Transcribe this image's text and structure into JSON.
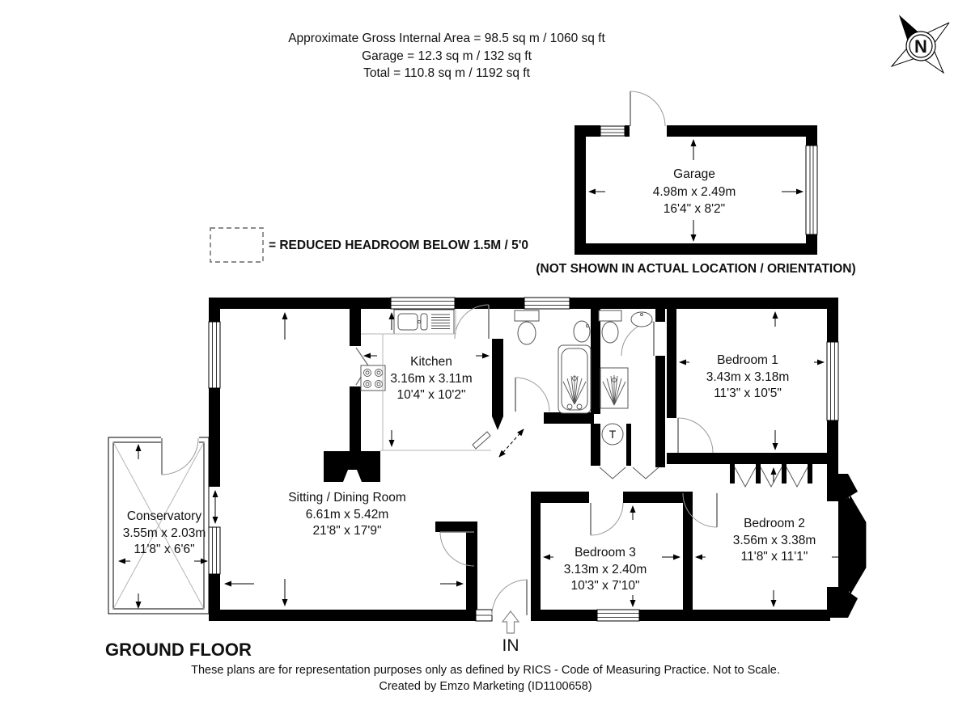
{
  "header": {
    "line1": "Approximate Gross Internal Area = 98.5 sq m / 1060 sq ft",
    "line2": "Garage = 12.3 sq m / 132 sq ft",
    "line3": "Total = 110.8 sq m / 1192 sq ft"
  },
  "compass": {
    "label": "N"
  },
  "legend": {
    "text": "= REDUCED HEADROOM BELOW 1.5M / 5'0"
  },
  "garage": {
    "name": "Garage",
    "metric": "4.98m x 2.49m",
    "imperial": "16'4\" x 8'2\"",
    "note": "(NOT SHOWN IN ACTUAL LOCATION / ORIENTATION)"
  },
  "rooms": {
    "kitchen": {
      "name": "Kitchen",
      "metric": "3.16m x 3.11m",
      "imperial": "10'4\" x 10'2\""
    },
    "bedroom1": {
      "name": "Bedroom 1",
      "metric": "3.43m x 3.18m",
      "imperial": "11'3\" x 10'5\""
    },
    "sitting": {
      "name": "Sitting / Dining Room",
      "metric": "6.61m x 5.42m",
      "imperial": "21'8\" x 17'9\""
    },
    "conservatory": {
      "name": "Conservatory",
      "metric": "3.55m x 2.03m",
      "imperial": "11'8\" x 6'6\""
    },
    "bedroom3": {
      "name": "Bedroom 3",
      "metric": "3.13m x 2.40m",
      "imperial": "10'3\" x 7'10\""
    },
    "bedroom2": {
      "name": "Bedroom 2",
      "metric": "3.56m x 3.38m",
      "imperial": "11'8\" x 11'1\""
    }
  },
  "labels": {
    "floor": "GROUND FLOOR",
    "entrance": "IN",
    "tank": "T"
  },
  "footer": {
    "line1": "These plans are for representation purposes only as defined by RICS - Code of Measuring Practice. Not to Scale.",
    "line2": "Created by Emzo Marketing (ID1100658)"
  }
}
